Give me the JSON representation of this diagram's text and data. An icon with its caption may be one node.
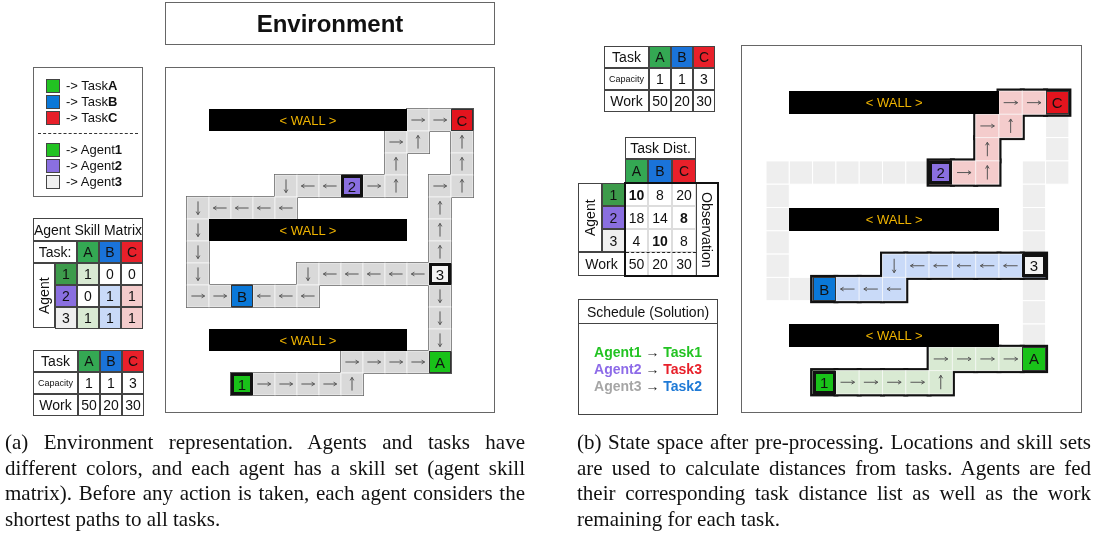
{
  "diagram": {
    "title": "Environment",
    "nodes": [
      {
        "text": [],
        "shape": "box"
      },
      {
        "text": [
          "< WALL >"
        ],
        "in": 0
      },
      {
        "text": [
          "C"
        ],
        "in": 0
      },
      {
        "text": [
          "2"
        ],
        "in": 0
      },
      {
        "text": [
          "< WALL >"
        ],
        "in": 0
      },
      {
        "text": [
          "3"
        ],
        "in": 0
      },
      {
        "text": [
          "B"
        ],
        "in": 0
      },
      {
        "text": [
          "< WALL >"
        ],
        "in": 0
      },
      {
        "text": [
          "A"
        ],
        "in": 0
      },
      {
        "text": [
          "1"
        ],
        "in": 0
      },
      {
        "text": [],
        "shape": "box"
      },
      {
        "text": [
          "< WALL >"
        ],
        "in": 10
      },
      {
        "text": [
          "C"
        ],
        "in": 10
      },
      {
        "text": [
          "2"
        ],
        "in": 10
      },
      {
        "text": [
          "< WALL >"
        ],
        "in": 10
      },
      {
        "text": [
          "3"
        ],
        "in": 10
      },
      {
        "text": [
          "B"
        ],
        "in": 10
      },
      {
        "text": [
          "< WALL >"
        ],
        "in": 10
      },
      {
        "text": [
          "A"
        ],
        "in": 10
      },
      {
        "text": [
          "1"
        ],
        "in": 10
      },
      {
        "text": [
          "Schedule (Solution)",
          "Agent1 → Task1",
          "Agent2 → Task3",
          "Agent3 → Task2"
        ]
      }
    ],
    "labels": [
      "Agent Skill Matrix",
      "Task:",
      "A",
      "B",
      "C",
      "Agent",
      "1",
      "1",
      "0",
      "0",
      "2",
      "0",
      "1",
      "1",
      "3",
      "1",
      "1",
      "1",
      "Task",
      "A",
      "B",
      "C",
      "Capacity",
      "1",
      "1",
      "3",
      "Work",
      "50",
      "20",
      "30",
      "(a) Environment representation. Agents and tasks have different colors, and each agent has a skill set (agent skill matrix). Before any action is taken, each agent considers the shortest paths to all tasks.",
      "Task",
      "A",
      "B",
      "C",
      "Capacity",
      "1",
      "1",
      "3",
      "Work",
      "50",
      "20",
      "30",
      "Task Dist.",
      "A",
      "B",
      "C",
      "Agent",
      "1",
      "10",
      "8",
      "20",
      "Observation",
      "2",
      "18",
      "14",
      "8",
      "3",
      "4",
      "10",
      "8",
      "Work",
      "50",
      "20",
      "30",
      "(b) State space after pre-processing. Locations and skill sets are used to calculate distances from tasks. Agents are fed their corresponding task distance list as well as the work remaining for each task."
    ],
    "legend": [
      {
        "text": "-> Task**A**",
        "color": "#22c322"
      },
      {
        "text": "-> Task**B**",
        "color": "#0a78d8"
      },
      {
        "text": "-> Task**C**",
        "color": "#e8202a"
      },
      {
        "text": "-> Agent**1**",
        "color": "#22c322"
      },
      {
        "text": "-> Agent**2**",
        "color": "#8a6fe0"
      },
      {
        "text": "-> Agent**3**",
        "color": "#f0f0f0"
      }
    ]
  }
}
